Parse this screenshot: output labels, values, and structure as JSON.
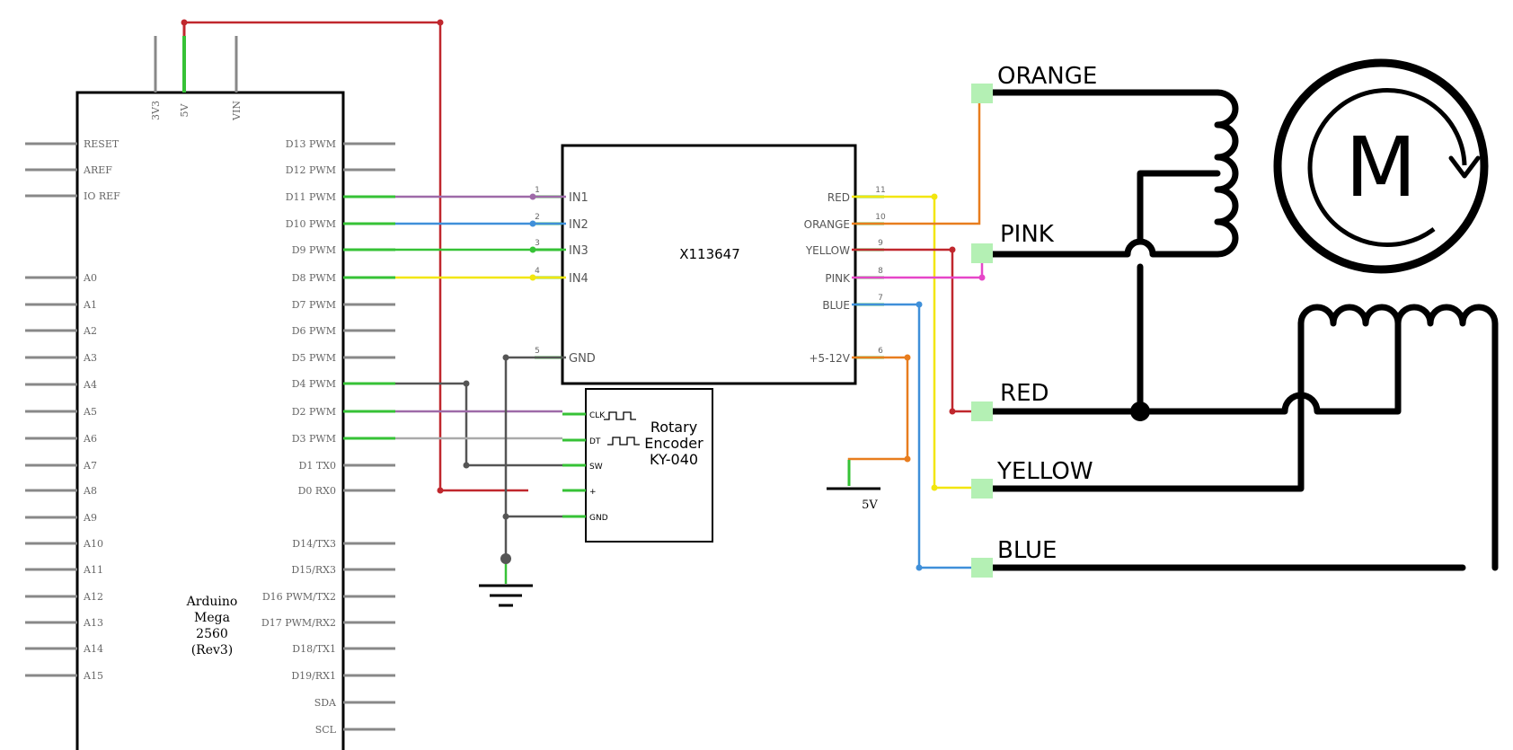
{
  "arduino": {
    "name_lines": [
      "Arduino",
      "Mega",
      "2560",
      "(Rev3)"
    ],
    "top_pins": [
      "3V3",
      "5V",
      "VIN"
    ],
    "left_pins": [
      "RESET",
      "AREF",
      "IO REF",
      "",
      "A0",
      "A1",
      "A2",
      "A3",
      "A4",
      "A5",
      "A6",
      "A7",
      "A8",
      "A9",
      "A10",
      "A11",
      "A12",
      "A13",
      "A14",
      "A15"
    ],
    "right_pins": [
      "D13 PWM",
      "D12 PWM",
      "D11 PWM",
      "D10 PWM",
      "D9 PWM",
      "D8 PWM",
      "D7 PWM",
      "D6 PWM",
      "D5 PWM",
      "D4 PWM",
      "D2 PWM",
      "D3 PWM",
      "D1 TX0",
      "D0 RX0",
      "",
      "D14/TX3",
      "D15/RX3",
      "D16 PWM/TX2",
      "D17 PWM/RX2",
      "D18/TX1",
      "D19/RX1",
      "SDA",
      "SCL"
    ]
  },
  "driver": {
    "name": "X113647",
    "left_pins": [
      "IN1",
      "IN2",
      "IN3",
      "IN4",
      "GND"
    ],
    "left_pin_numbers": [
      "1",
      "2",
      "3",
      "4",
      "5"
    ],
    "right_pins": [
      "RED",
      "ORANGE",
      "YELLOW",
      "PINK",
      "BLUE",
      "+5-12V"
    ],
    "right_pin_numbers": [
      "11",
      "10",
      "9",
      "8",
      "7",
      "6"
    ]
  },
  "encoder": {
    "name_lines": [
      "Rotary",
      "Encoder",
      "KY-040"
    ],
    "pins": [
      "CLK",
      "DT",
      "SW",
      "+",
      "GND"
    ]
  },
  "power": {
    "label": "5V"
  },
  "motor": {
    "symbol": "M",
    "coil_labels": [
      "ORANGE",
      "PINK",
      "RED",
      "YELLOW",
      "BLUE"
    ]
  },
  "colors": {
    "red": "#c0272d",
    "orange": "#e87d1e",
    "yellow": "#f2e60e",
    "pink": "#e646c8",
    "blue": "#3f8fd9",
    "purple": "#9e6aa8",
    "green": "#36c236",
    "gray": "#555555",
    "lightgray": "#aaaaaa",
    "connector": "#b4f0b4"
  }
}
